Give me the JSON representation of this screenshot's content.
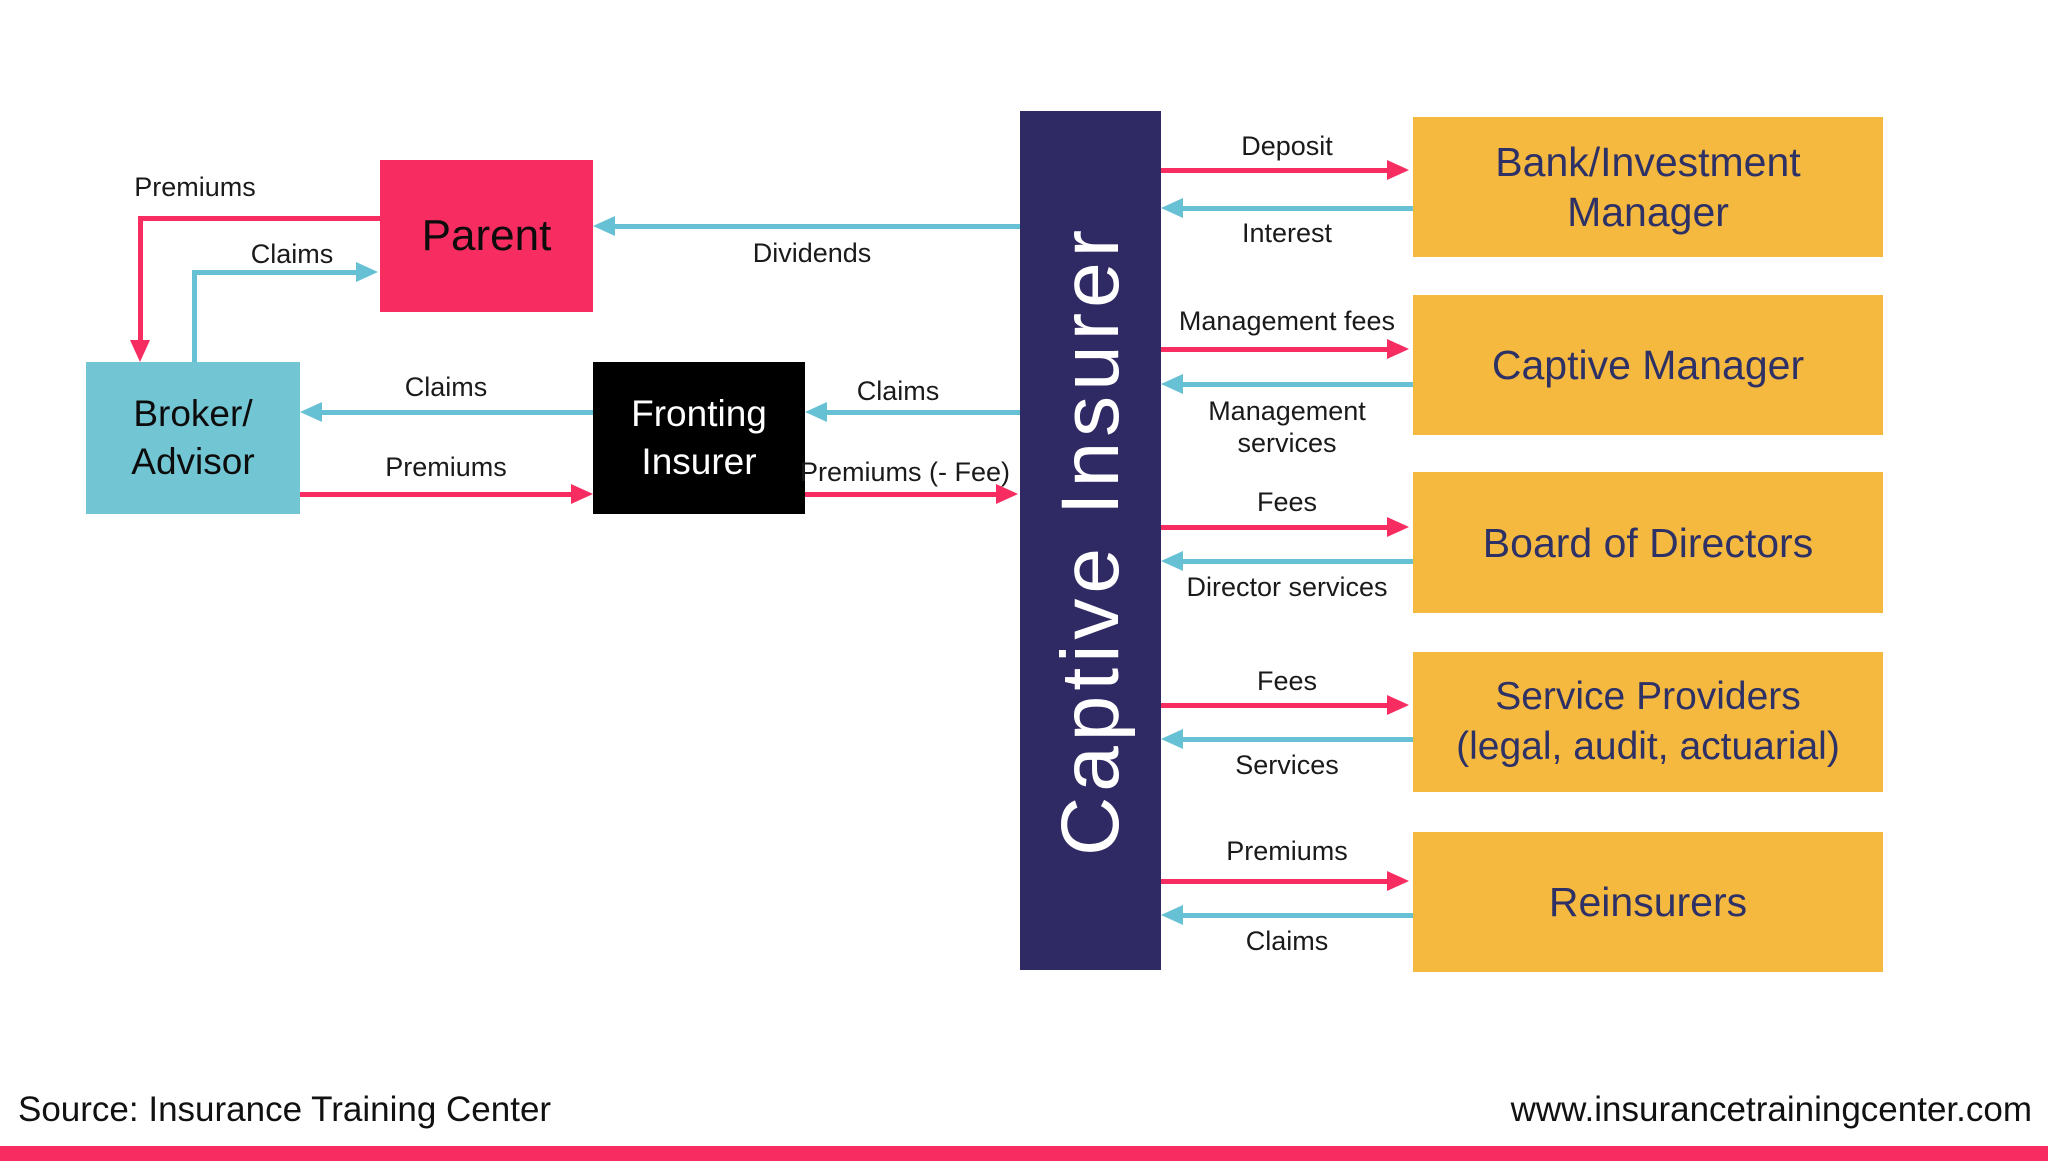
{
  "nodes": {
    "parent": "Parent",
    "broker_line1": "Broker/",
    "broker_line2": "Advisor",
    "fronting_line1": "Fronting",
    "fronting_line2": "Insurer",
    "captive": "Captive Insurer",
    "bank_line1": "Bank/Investment",
    "bank_line2": "Manager",
    "captive_manager": "Captive Manager",
    "board": "Board of Directors",
    "service_providers_line1": "Service Providers",
    "service_providers_line2": "(legal, audit, actuarial)",
    "reinsurers": "Reinsurers"
  },
  "edges": {
    "premiums_parent_broker": "Premiums",
    "claims_broker_parent": "Claims",
    "dividends": "Dividends",
    "claims_fronting_broker": "Claims",
    "premiums_broker_fronting": "Premiums",
    "claims_captive_fronting": "Claims",
    "premiums_minus_fee": "Premiums (- Fee)",
    "deposit": "Deposit",
    "interest": "Interest",
    "management_fees": "Management fees",
    "management_services_line1": "Management",
    "management_services_line2": "services",
    "fees_board": "Fees",
    "director_services": "Director services",
    "fees_service_providers": "Fees",
    "services": "Services",
    "premiums_reinsurers": "Premiums",
    "claims_reinsurers": "Claims"
  },
  "footer": {
    "source": "Source: Insurance Training Center",
    "website": "www.insurancetrainingcenter.com"
  },
  "colors": {
    "pink": "#f72c61",
    "teal": "#66c1d4",
    "teal_box": "#72c5d3",
    "navy": "#302a64",
    "orange": "#f6b93f",
    "navy_text": "#2d3166",
    "black": "#000000"
  }
}
